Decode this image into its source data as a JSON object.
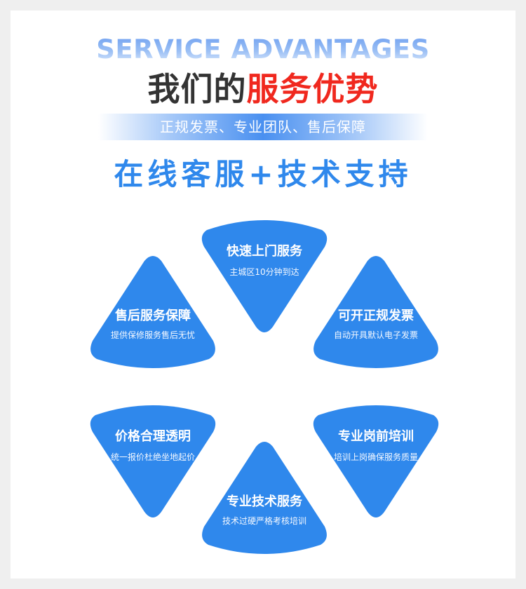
{
  "header": {
    "en_title": "SERVICE ADVANTAGES",
    "cn_title_dark": "我们的",
    "cn_title_red": "服务优势",
    "banner_text": "正规发票、专业团队、售后保障",
    "blue_title": "在线客服+技术支持"
  },
  "colors": {
    "accent_blue": "#2F88EC",
    "title_red": "#F0281E",
    "title_dark": "#333333",
    "page_border": "#EFEFEF"
  },
  "cards": [
    {
      "title": "快速上门服务",
      "subtitle": "主城区10分钟到达",
      "orientation": "down"
    },
    {
      "title": "售后服务保障",
      "subtitle": "提供保修服务售后无忧",
      "orientation": "up"
    },
    {
      "title": "可开正规发票",
      "subtitle": "自动开具默认电子发票",
      "orientation": "up"
    },
    {
      "title": "价格合理透明",
      "subtitle": "统一报价杜绝坐地起价",
      "orientation": "down"
    },
    {
      "title": "专业岗前培训",
      "subtitle": "培训上岗确保服务质量",
      "orientation": "down"
    },
    {
      "title": "专业技术服务",
      "subtitle": "技术过硬严格考核培训",
      "orientation": "up"
    }
  ]
}
